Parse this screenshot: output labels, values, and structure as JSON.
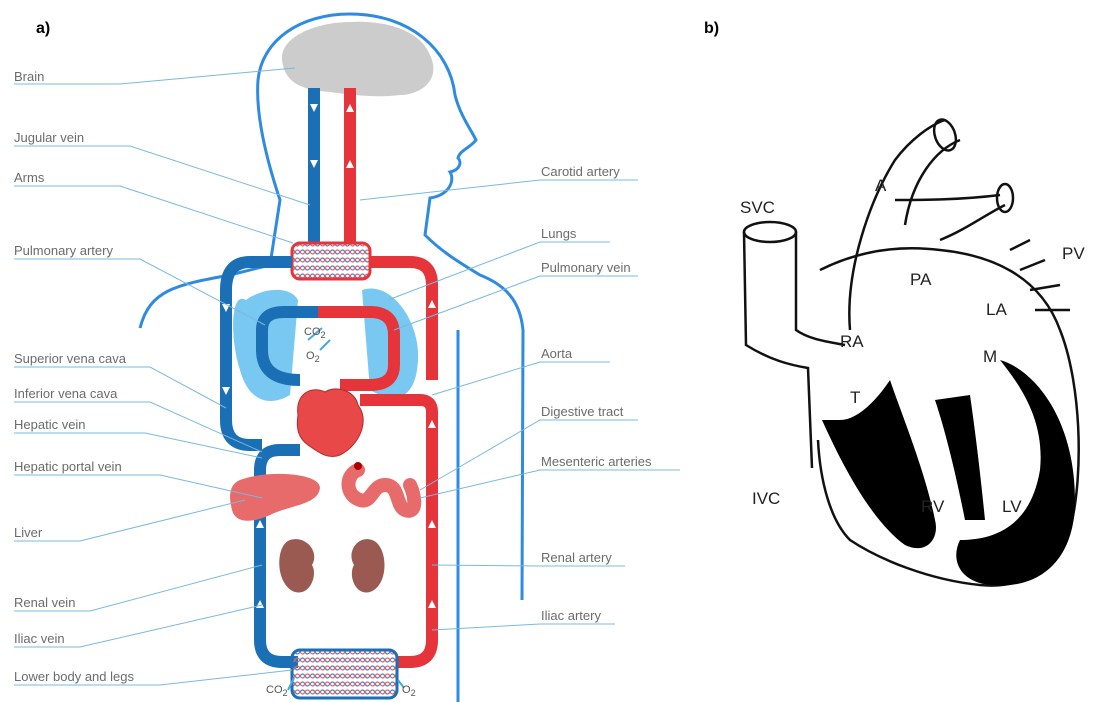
{
  "panel_labels": {
    "a": "a)",
    "b": "b)"
  },
  "left_labels": [
    "Brain",
    "Jugular vein",
    "Arms",
    "Pulmonary artery",
    "Superior vena cava",
    "Inferior vena cava",
    "Hepatic vein",
    "Hepatic portal vein",
    "Liver",
    "Renal vein",
    "Iliac vein",
    "Lower body and legs"
  ],
  "right_labels": [
    "Carotid artery",
    "Lungs",
    "Pulmonary vein",
    "Aorta",
    "Digestive tract",
    "Mesenteric arteries",
    "Renal artery",
    "Iliac artery"
  ],
  "gas_labels": {
    "co2": "CO",
    "co2_sub": "2",
    "o2": "O",
    "o2_sub": "2"
  },
  "heart_labels": [
    "SVC",
    "A",
    "PA",
    "PV",
    "LA",
    "RA",
    "M",
    "T",
    "IVC",
    "RV",
    "LV"
  ],
  "colors": {
    "vein": "#1a6fb5",
    "artery": "#e5343a",
    "outline": "#2f8be0",
    "lung": "#78c8f2",
    "organ": "#e76b6b",
    "kidney": "#9a5a52",
    "brain": "#cccccc",
    "leader": "#7ab8e0"
  }
}
